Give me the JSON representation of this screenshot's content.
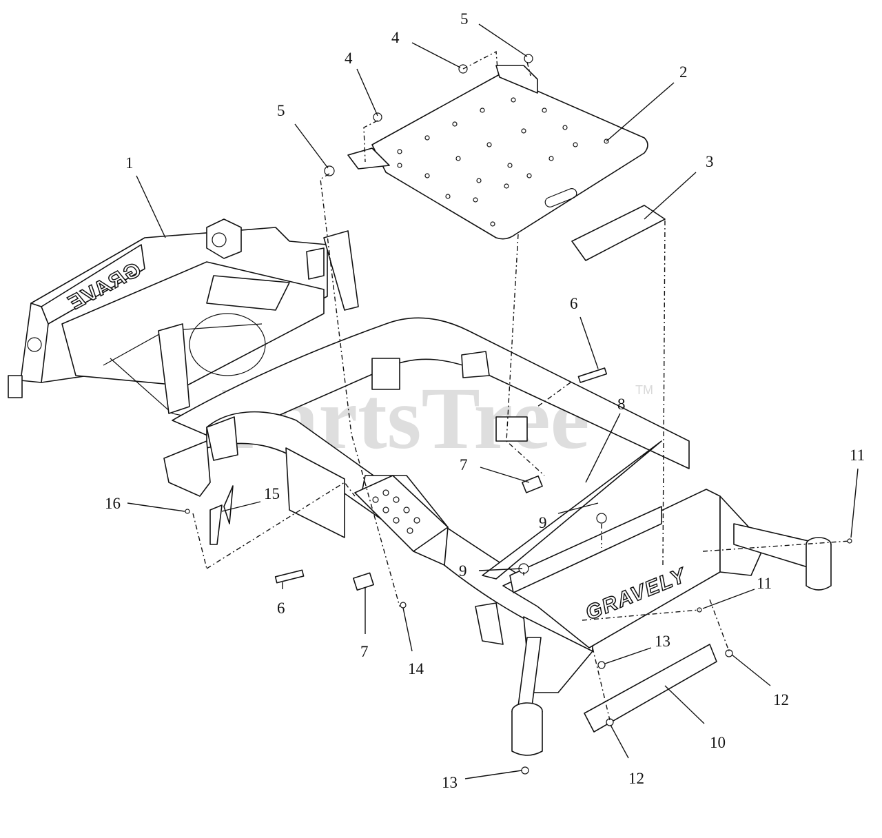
{
  "diagram": {
    "watermark": "PartsTree",
    "watermark_tm": "TM",
    "brand_front": "GRAVELY",
    "brand_rear": "GRAVE",
    "callouts": [
      {
        "label": "1"
      },
      {
        "label": "2"
      },
      {
        "label": "3"
      },
      {
        "label": "4"
      },
      {
        "label": "4"
      },
      {
        "label": "5"
      },
      {
        "label": "5"
      },
      {
        "label": "6"
      },
      {
        "label": "6"
      },
      {
        "label": "7"
      },
      {
        "label": "7"
      },
      {
        "label": "8"
      },
      {
        "label": "9"
      },
      {
        "label": "9"
      },
      {
        "label": "10"
      },
      {
        "label": "11"
      },
      {
        "label": "11"
      },
      {
        "label": "12"
      },
      {
        "label": "12"
      },
      {
        "label": "13"
      },
      {
        "label": "13"
      },
      {
        "label": "14"
      },
      {
        "label": "15"
      },
      {
        "label": "16"
      }
    ]
  }
}
